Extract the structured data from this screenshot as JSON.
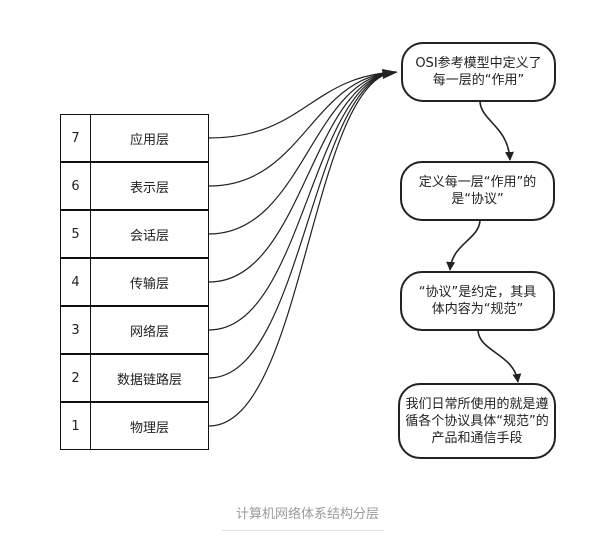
{
  "osi_layers": [
    {
      "num": "7",
      "name": "应用层"
    },
    {
      "num": "6",
      "name": "表示层"
    },
    {
      "num": "5",
      "name": "会话层"
    },
    {
      "num": "4",
      "name": "传输层"
    },
    {
      "num": "3",
      "name": "网络层"
    },
    {
      "num": "2",
      "name": "数据链路层"
    },
    {
      "num": "1",
      "name": "物理层"
    }
  ],
  "flow": [
    {
      "lines": [
        "OSI参考模型中定义了",
        "每一层的“作用”"
      ]
    },
    {
      "lines": [
        "定义每一层“作用”的",
        "是“协议”"
      ]
    },
    {
      "lines": [
        "“协议”是约定，其具",
        "体内容为“规范”"
      ]
    },
    {
      "lines": [
        "我们日常所使用的就是遵",
        "循各个协议具体“规范”的",
        "产品和通信手段"
      ]
    }
  ],
  "caption": "计算机网络体系结构分层"
}
